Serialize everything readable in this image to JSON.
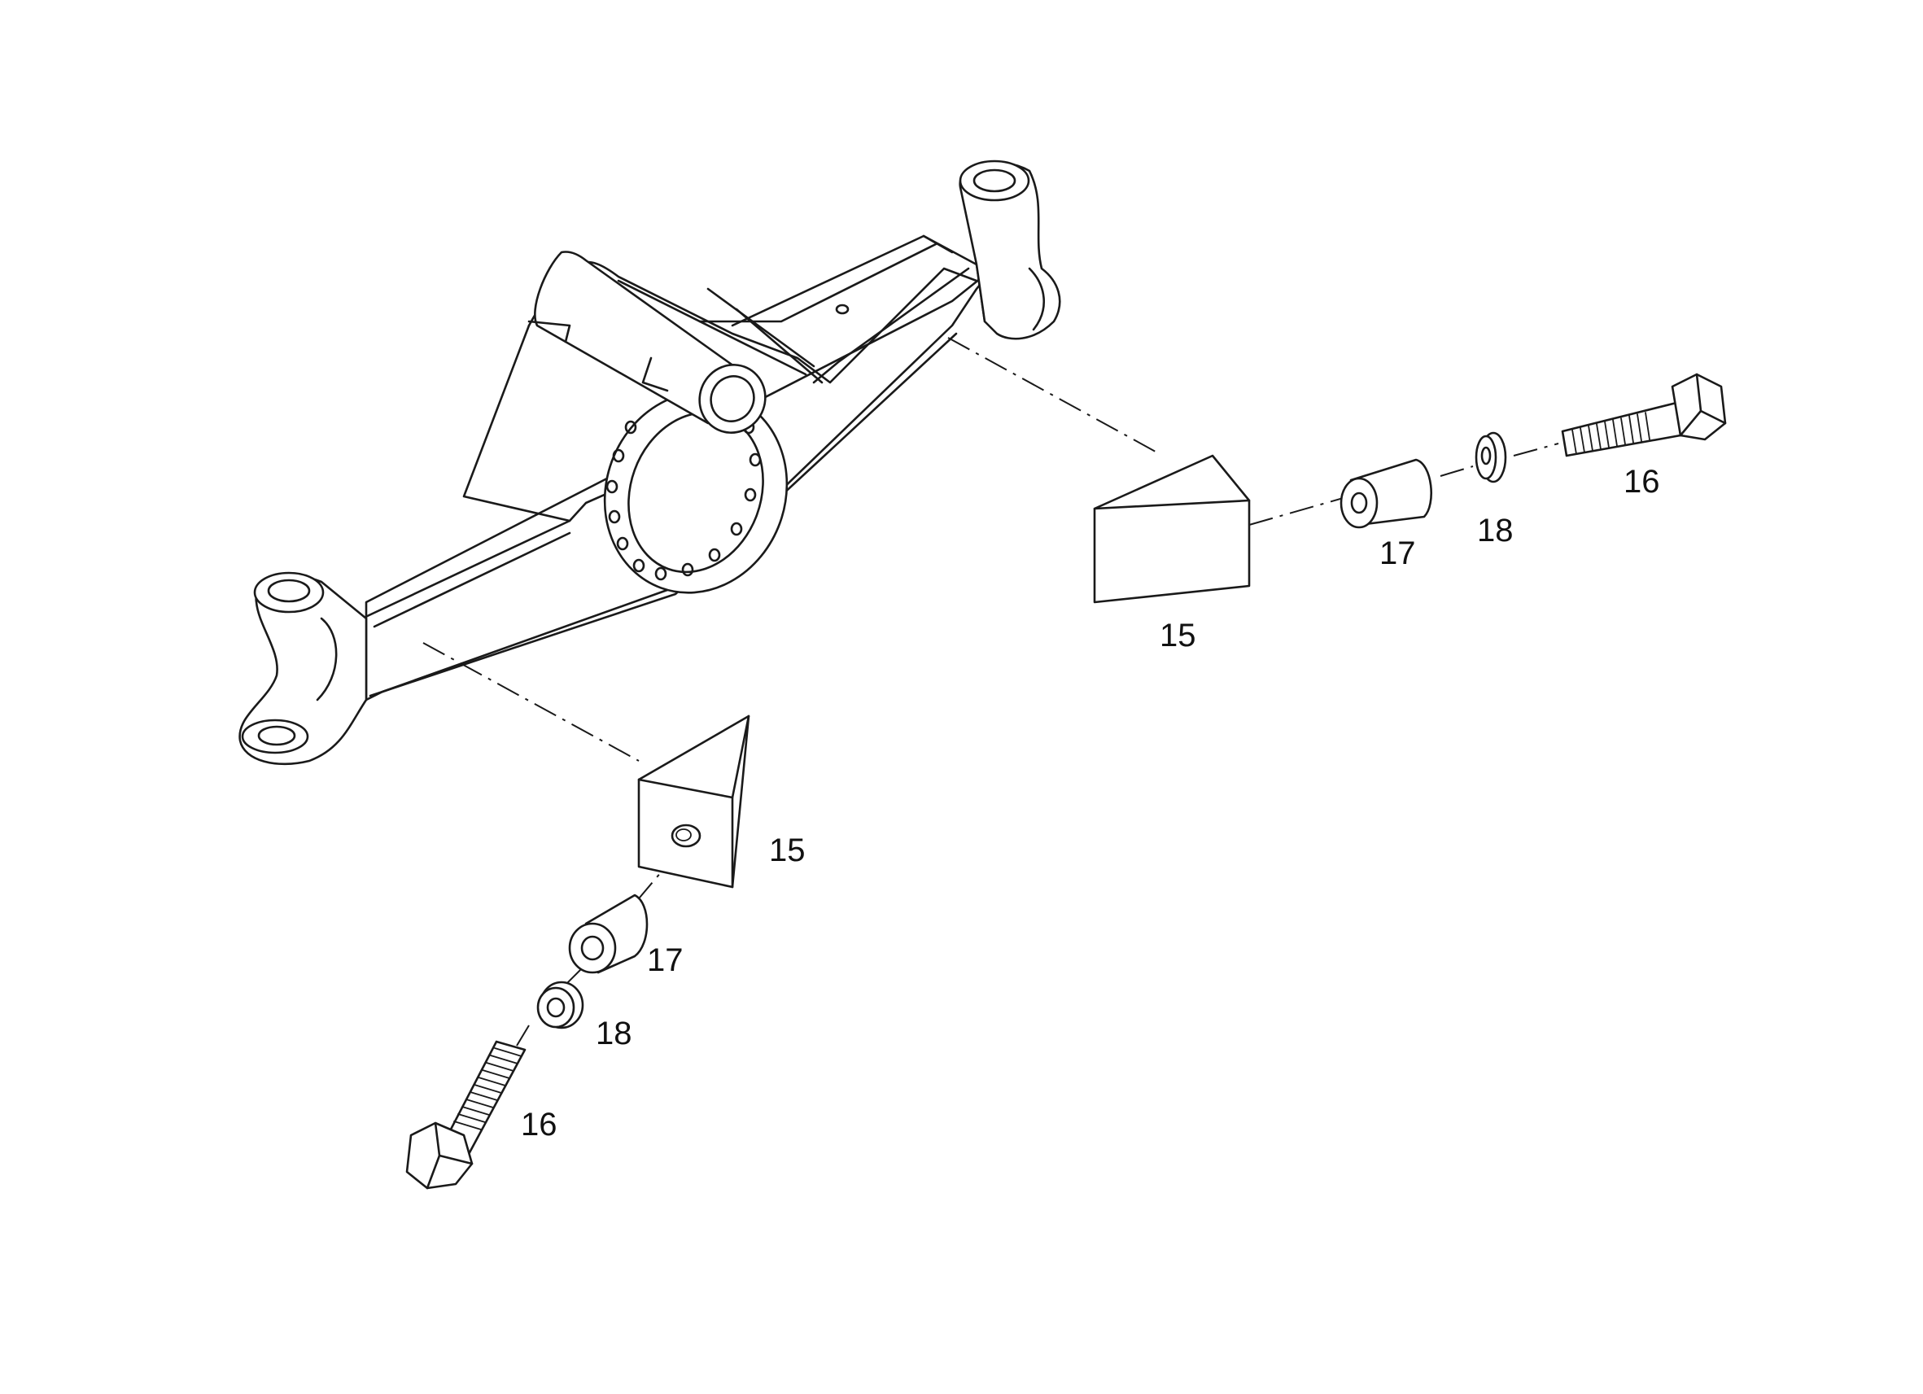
{
  "callouts": {
    "right_wedge": "15",
    "right_bushing": "17",
    "right_washer": "18",
    "right_bolt": "16",
    "left_wedge": "15",
    "left_bushing": "17",
    "left_washer": "18",
    "left_bolt": "16"
  },
  "colors": {
    "line": "#1a1a1a",
    "background": "#ffffff"
  }
}
